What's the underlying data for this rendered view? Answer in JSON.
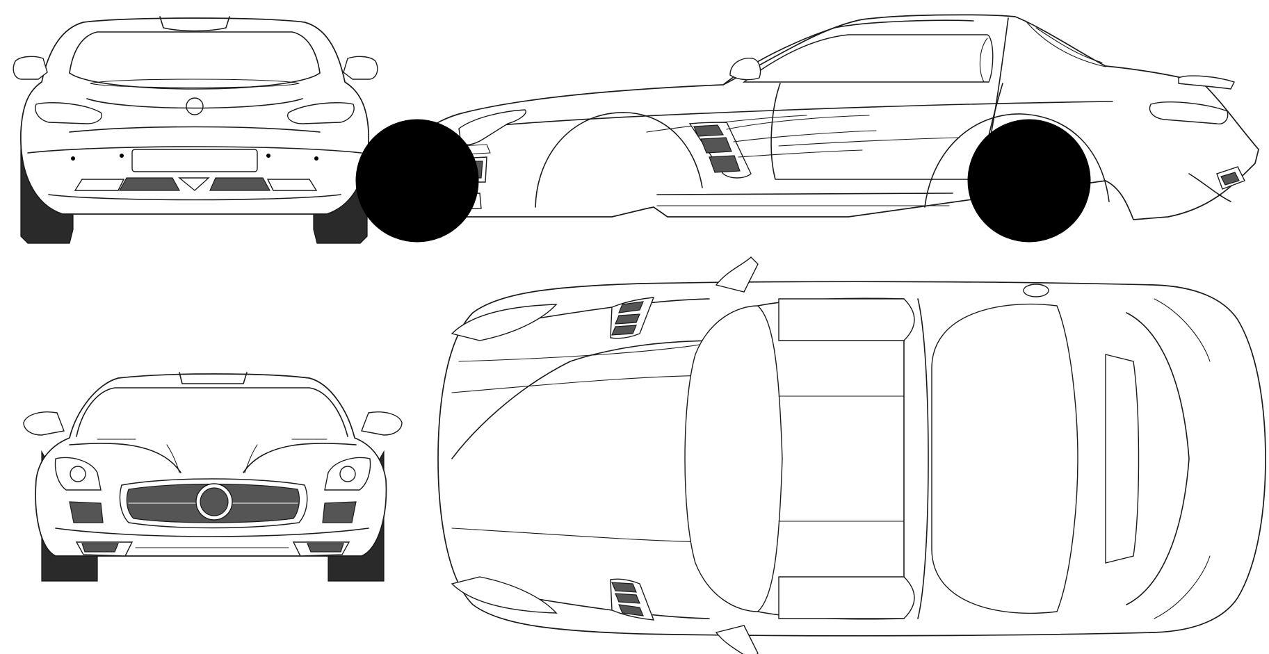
{
  "drawing": {
    "views": [
      {
        "id": "rear",
        "name": "rear-view"
      },
      {
        "id": "side",
        "name": "side-view"
      },
      {
        "id": "front",
        "name": "front-view"
      },
      {
        "id": "top",
        "name": "top-view"
      }
    ],
    "colors": {
      "line": "#1a1a1a",
      "background": "#ffffff",
      "tyre": "#2a2a2a",
      "wheel": "#000000",
      "vent_fill": "#555555"
    }
  }
}
